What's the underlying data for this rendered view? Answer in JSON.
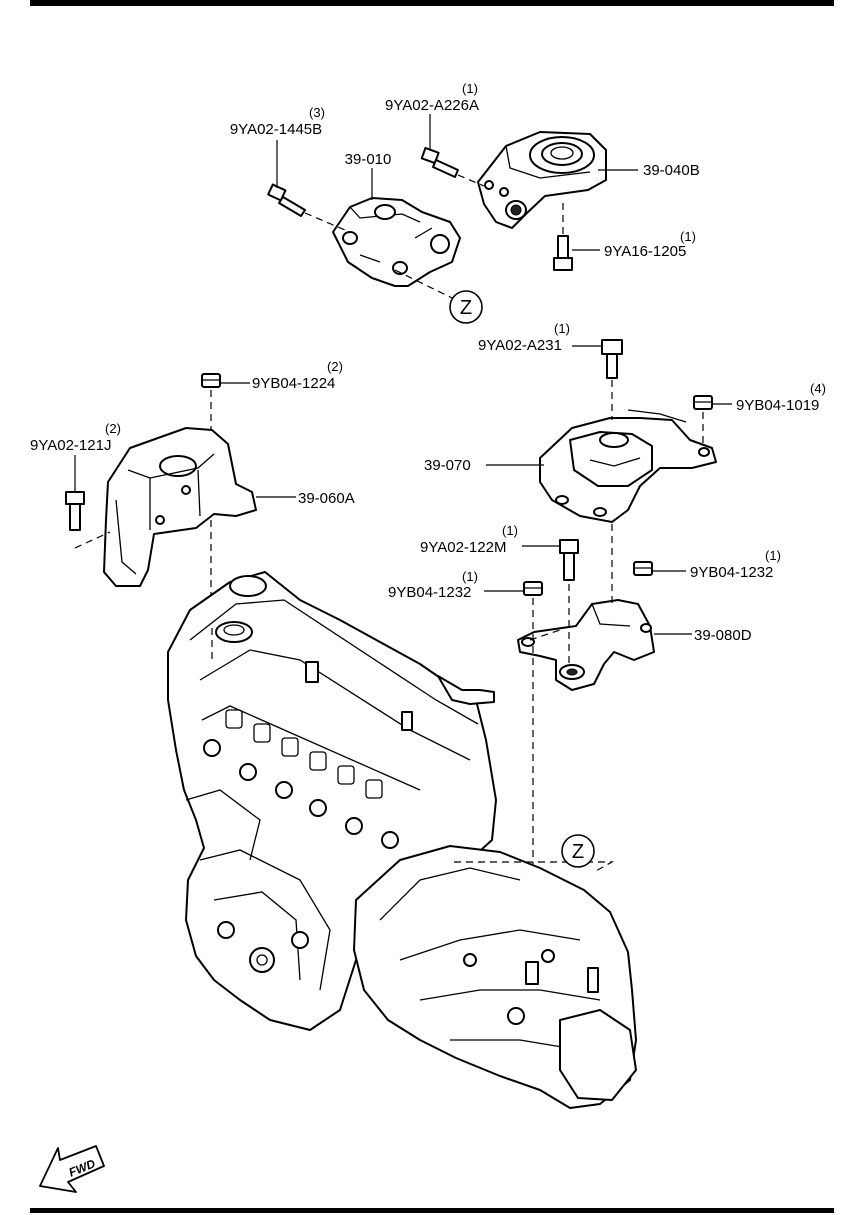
{
  "callouts": [
    {
      "id": "c1",
      "part": "9YA02-A226A",
      "qty": "(1)"
    },
    {
      "id": "c2",
      "part": "9YA02-1445B",
      "qty": "(3)"
    },
    {
      "id": "c3",
      "part": "39-010",
      "qty": ""
    },
    {
      "id": "c4",
      "part": "39-040B",
      "qty": ""
    },
    {
      "id": "c5",
      "part": "9YA16-1205",
      "qty": "(1)"
    },
    {
      "id": "c6",
      "part": "9YA02-A231",
      "qty": "(1)"
    },
    {
      "id": "c7",
      "part": "9YB04-1224",
      "qty": "(2)"
    },
    {
      "id": "c8",
      "part": "9YB04-1019",
      "qty": "(4)"
    },
    {
      "id": "c9",
      "part": "9YA02-121J",
      "qty": "(2)"
    },
    {
      "id": "c10",
      "part": "39-070",
      "qty": ""
    },
    {
      "id": "c11",
      "part": "39-060A",
      "qty": ""
    },
    {
      "id": "c12",
      "part": "9YA02-122M",
      "qty": "(1)"
    },
    {
      "id": "c13",
      "part": "9YB04-1232",
      "qty": "(1)"
    },
    {
      "id": "c14",
      "part": "9YB04-1232",
      "qty": "(1)"
    },
    {
      "id": "c15",
      "part": "39-080D",
      "qty": ""
    }
  ],
  "refs": {
    "z1": "Z",
    "z2": "Z"
  },
  "fwd": "FWD"
}
